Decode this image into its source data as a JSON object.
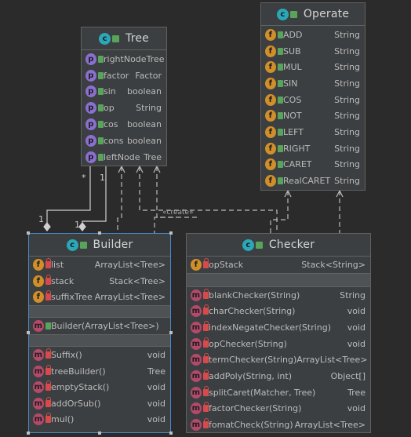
{
  "diagram": {
    "create_label": "«create»",
    "multiplicities": {
      "tree_left_star": "*",
      "tree_left_one": "1",
      "builder_one_a": "1",
      "builder_one_b": "1"
    }
  },
  "tree": {
    "title": "Tree",
    "fields": [
      {
        "name": "rightNode",
        "type": "Tree"
      },
      {
        "name": "factor",
        "type": "Factor"
      },
      {
        "name": "sin",
        "type": "boolean"
      },
      {
        "name": "op",
        "type": "String"
      },
      {
        "name": "cos",
        "type": "boolean"
      },
      {
        "name": "cons",
        "type": "boolean"
      },
      {
        "name": "leftNode",
        "type": "Tree"
      }
    ]
  },
  "operate": {
    "title": "Operate",
    "fields": [
      {
        "name": "ADD",
        "type": "String"
      },
      {
        "name": "SUB",
        "type": "String"
      },
      {
        "name": "MUL",
        "type": "String"
      },
      {
        "name": "SIN",
        "type": "String"
      },
      {
        "name": "COS",
        "type": "String"
      },
      {
        "name": "NOT",
        "type": "String"
      },
      {
        "name": "LEFT",
        "type": "String"
      },
      {
        "name": "RIGHT",
        "type": "String"
      },
      {
        "name": "CARET",
        "type": "String"
      },
      {
        "name": "RealCARET",
        "type": "String"
      }
    ]
  },
  "builder": {
    "title": "Builder",
    "fields": [
      {
        "name": "list",
        "type": "ArrayList<Tree>"
      },
      {
        "name": "stack",
        "type": "Stack<Tree>"
      },
      {
        "name": "suffixTree",
        "type": "ArrayList<Tree>"
      }
    ],
    "constructor": {
      "name": "Builder(ArrayList<Tree>)",
      "type": ""
    },
    "methods": [
      {
        "name": "Suffix()",
        "type": "void"
      },
      {
        "name": "treeBuilder()",
        "type": "Tree"
      },
      {
        "name": "emptyStack()",
        "type": "void"
      },
      {
        "name": "addOrSub()",
        "type": "void"
      },
      {
        "name": "mul()",
        "type": "void"
      }
    ]
  },
  "checker": {
    "title": "Checker",
    "fields": [
      {
        "name": "opStack",
        "type": "Stack<String>"
      }
    ],
    "methods": [
      {
        "name": "blankChecker(String)",
        "type": "String"
      },
      {
        "name": "charChecker(String)",
        "type": "void"
      },
      {
        "name": "indexNegateChecker(String)",
        "type": "void"
      },
      {
        "name": "opChecker(String)",
        "type": "void"
      },
      {
        "name": "termChecker(String)",
        "type": "ArrayList<Tree>"
      },
      {
        "name": "addPoly(String, int)",
        "type": "Object[]"
      },
      {
        "name": "splitCaret(Matcher, Tree)",
        "type": "Tree"
      },
      {
        "name": "factorChecker(String)",
        "type": "void"
      },
      {
        "name": "fomatCheck(String)",
        "type": "ArrayList<Tree>"
      }
    ]
  }
}
